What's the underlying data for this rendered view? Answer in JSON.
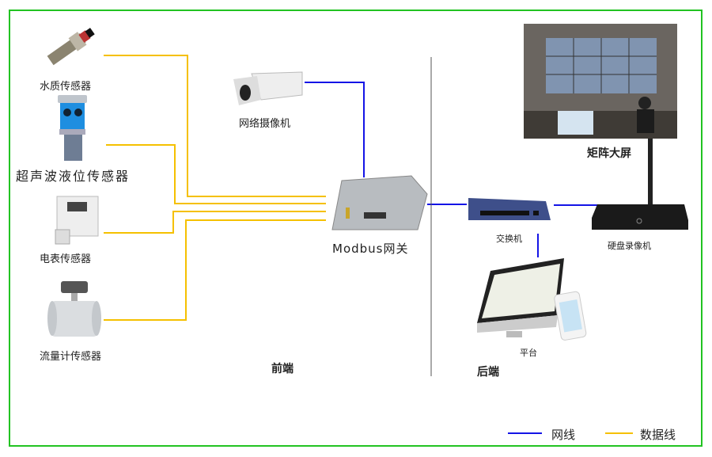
{
  "front": {
    "sensors": [
      {
        "label": "水质传感器"
      },
      {
        "label": "超声波液位传感器"
      },
      {
        "label": "电表传感器"
      },
      {
        "label": "流量计传感器"
      }
    ],
    "camera": "网络摄像机",
    "gateway": "Modbus网关",
    "section": "前端"
  },
  "back": {
    "screen": "矩阵大屏",
    "switch": "交换机",
    "nvr": "硬盘录像机",
    "platform": "平台",
    "section": "后端"
  },
  "legend": {
    "network": "网线",
    "data": "数据线"
  },
  "colors": {
    "network": "#1414e6",
    "data": "#f5c000",
    "border": "#22c322"
  }
}
